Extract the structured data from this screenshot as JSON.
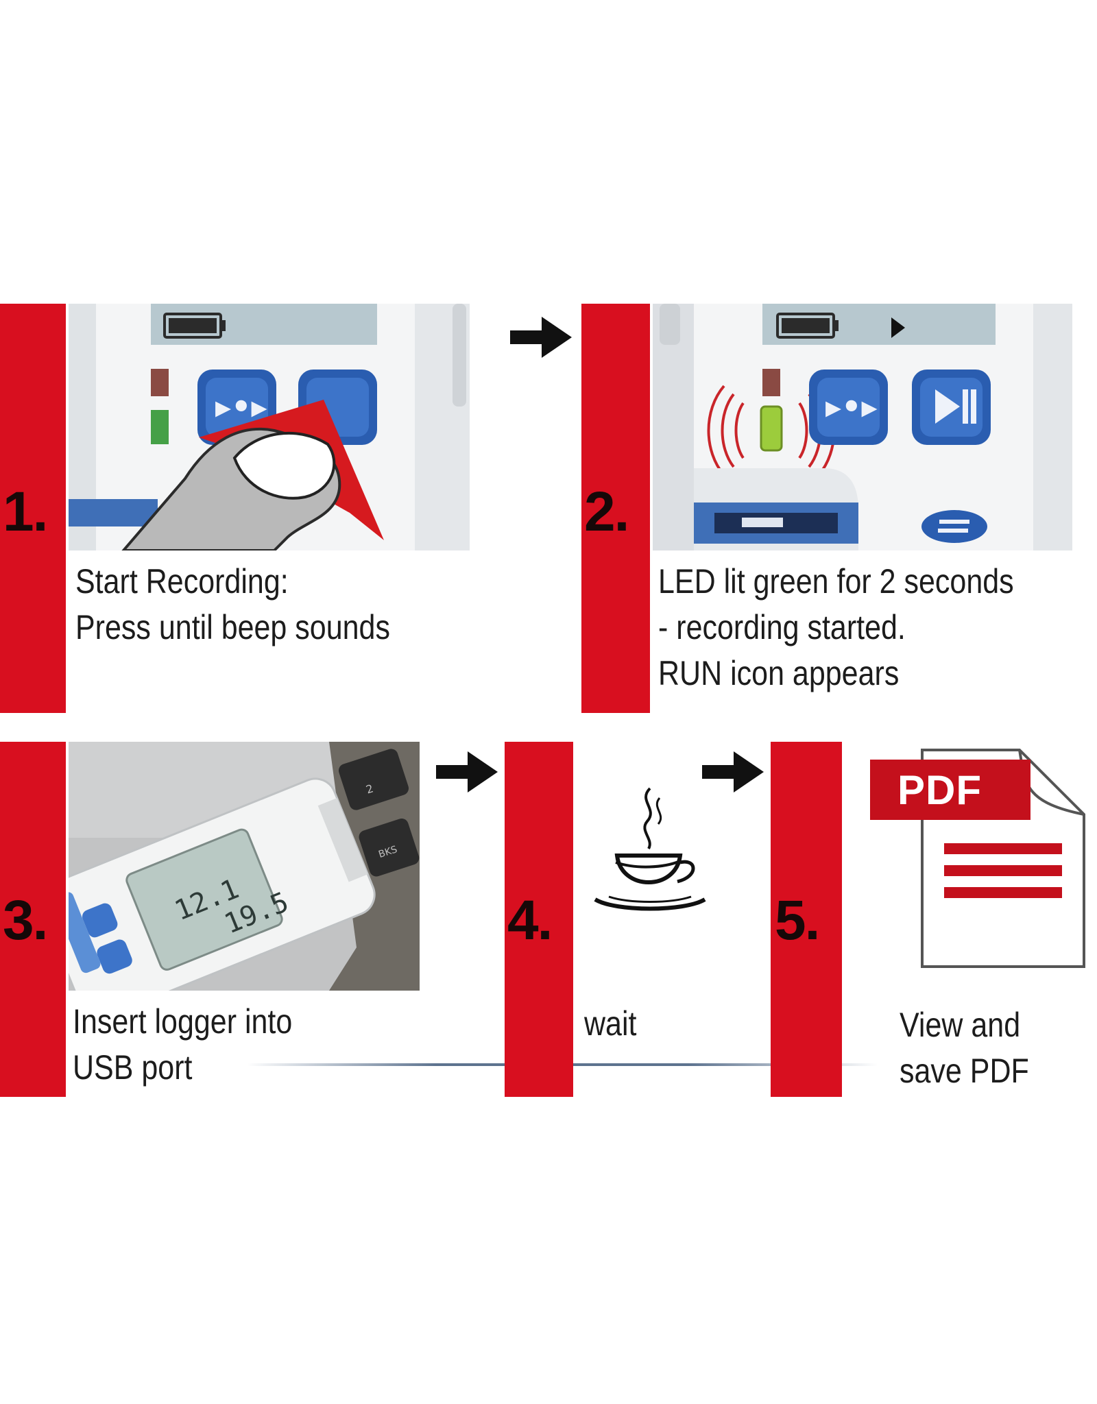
{
  "steps": [
    {
      "number": "1.",
      "caption": [
        "Start Recording:",
        "Press until beep sounds"
      ]
    },
    {
      "number": "2.",
      "caption": [
        "LED lit green for 2 seconds",
        "- recording started.",
        "RUN icon appears"
      ]
    },
    {
      "number": "3.",
      "caption": [
        "Insert logger into",
        "USB port"
      ]
    },
    {
      "number": "4.",
      "caption": [
        "wait"
      ]
    },
    {
      "number": "5.",
      "caption": [
        "View and",
        "save PDF"
      ]
    }
  ],
  "pdf_icon": {
    "label": "PDF"
  },
  "icons": {
    "arrow": "right-arrow-icon",
    "coffee": "coffee-cup-icon",
    "pdf": "pdf-document-icon",
    "finger": "finger-press-icon",
    "led": "led-indicator-icon"
  },
  "colors": {
    "accent_red": "#d80f1f",
    "device_blue": "#2a5db0",
    "led_green": "#9ccc3c",
    "lcd": "#b7c8cf"
  }
}
